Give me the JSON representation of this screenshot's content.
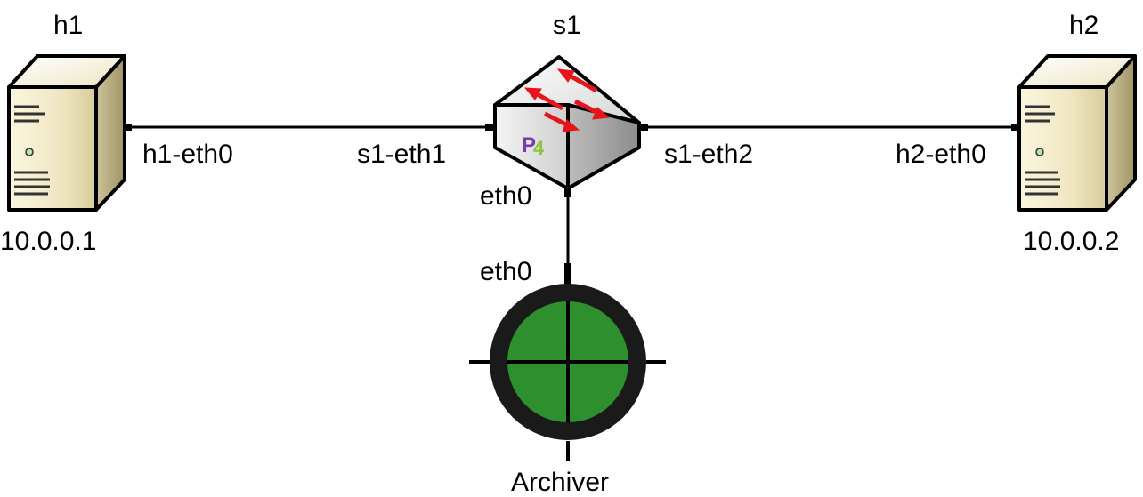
{
  "nodes": {
    "h1": {
      "name": "h1",
      "ip": "10.0.0.1"
    },
    "s1": {
      "name": "s1",
      "logo_text": "P4"
    },
    "h2": {
      "name": "h2",
      "ip": "10.0.0.2"
    },
    "archiver": {
      "name": "Archiver"
    }
  },
  "links": [
    {
      "from": "h1",
      "from_port": "h1-eth0",
      "to": "s1",
      "to_port": "s1-eth1"
    },
    {
      "from": "s1",
      "from_port": "s1-eth2",
      "to": "h2",
      "to_port": "h2-eth0"
    },
    {
      "from": "s1",
      "from_port": "eth0",
      "to": "archiver",
      "to_port": "eth0"
    }
  ],
  "colors": {
    "switch_arrows": "#e8141b",
    "archiver_fill": "#2d8f2d",
    "p4_logo_purple": "#7a3aa8",
    "p4_logo_green": "#8ac43f"
  }
}
